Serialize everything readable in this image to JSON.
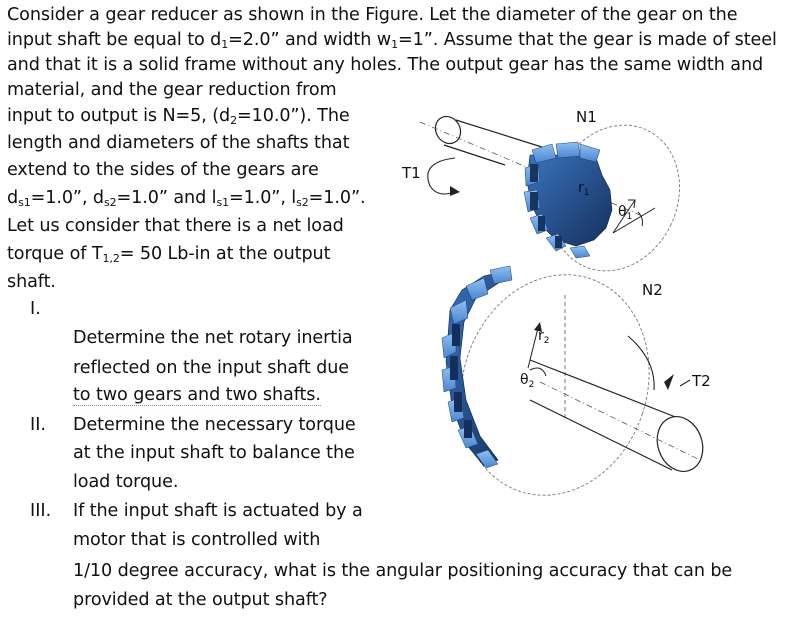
{
  "paragraph": {
    "line1": "Consider a gear reducer as shown in the Figure. Let the diameter of the gear on the",
    "line2_a": "input shaft be equal to d",
    "line2_sub1": "1",
    "line2_b": "=2.0” and width w",
    "line2_sub2": "1",
    "line2_c": "=1”. Assume that the gear is made of steel",
    "line3": "and that it is a solid frame without any holes. The output gear has the same width and",
    "line4": "material, and the gear reduction from",
    "line5_a": "input to output is N=5, (d",
    "line5_sub": "2",
    "line5_b": "=10.0”). The",
    "line6": "length and diameters of the shafts that",
    "line7": "extend to the sides of the gears are",
    "line8_a": "d",
    "line8_sub1": "s1",
    "line8_b": "=1.0”, d",
    "line8_sub2": "s2",
    "line8_c": "=1.0” and l",
    "line8_sub3": "s1",
    "line8_d": "=1.0”, l",
    "line8_sub4": "s2",
    "line8_e": "=1.0”.",
    "line9": "Let us consider that there is a net load",
    "line10_a": "torque of T",
    "line10_sub": "1,2",
    "line10_b": "= 50 Lb-in at the output",
    "line11": "shaft."
  },
  "items": [
    {
      "num": "I.",
      "lines": [
        "Determine the net rotary inertia",
        "reflected on the input shaft due",
        "to two gears and two shafts."
      ]
    },
    {
      "num": "II.",
      "lines": [
        "Determine the necessary torque",
        "at the input shaft to balance the",
        "load torque."
      ]
    },
    {
      "num": "III.",
      "lines": [
        "If the input shaft is actuated by a",
        "motor that is controlled with",
        "1/10 degree accuracy, what is the angular positioning accuracy that can be",
        "provided at the output shaft?"
      ]
    }
  ],
  "figure": {
    "label_n1": "N1",
    "label_t1": "T1",
    "label_n2": "N2",
    "label_t2": "T2",
    "label_r1": "r",
    "label_r1_sub": "1",
    "label_theta1": "θ",
    "label_theta1_sub": "1",
    "label_r2": "r",
    "label_r2_sub": "2",
    "label_theta2": "θ",
    "label_theta2_sub": "2",
    "colors": {
      "gear_light": "#6fa6e6",
      "gear_mid": "#3e79c4",
      "gear_dark": "#17335f",
      "line": "#222222"
    }
  }
}
